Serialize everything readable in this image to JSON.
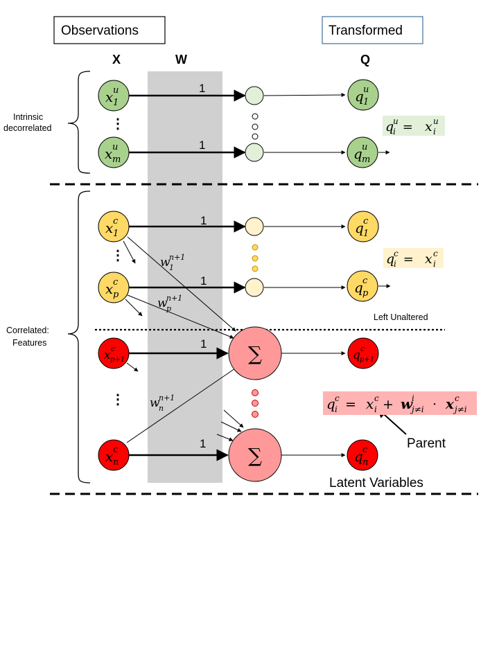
{
  "headers": {
    "observations": "Observations",
    "transformed": "Transformed",
    "col_x": "X",
    "col_w": "W",
    "col_q": "Q"
  },
  "side_labels": {
    "intrinsic_line1": "Intrinsic",
    "intrinsic_line2": "decorrelated",
    "correlated_line1": "Correlated:",
    "correlated_line2": "Features"
  },
  "edge_weights": {
    "unit": "1",
    "w1": "w",
    "w1_sup": "n+1",
    "w1_sub": "1",
    "wp": "w",
    "wp_sup": "n+1",
    "wp_sub": "p",
    "wn": "w",
    "wn_sup": "n+1",
    "wn_sub": "n"
  },
  "nodes": {
    "x_u1": {
      "base": "x",
      "sup": "u",
      "sub": "1"
    },
    "x_um": {
      "base": "x",
      "sup": "u",
      "sub": "m"
    },
    "x_c1": {
      "base": "x",
      "sup": "c",
      "sub": "1"
    },
    "x_cp": {
      "base": "x",
      "sup": "c",
      "sub": "p"
    },
    "x_cp1": {
      "base": "x",
      "sup": "c",
      "sub": "p+1"
    },
    "x_cn": {
      "base": "x",
      "sup": "c",
      "sub": "n"
    },
    "q_u1": {
      "base": "q",
      "sup": "u",
      "sub": "1"
    },
    "q_um": {
      "base": "q",
      "sup": "u",
      "sub": "m"
    },
    "q_c1": {
      "base": "q",
      "sup": "c",
      "sub": "1"
    },
    "q_cp": {
      "base": "q",
      "sup": "c",
      "sub": "p"
    },
    "q_cp1": {
      "base": "q",
      "sup": "c",
      "sub": "p+1"
    },
    "q_cn": {
      "base": "q",
      "sup": "c",
      "sub": "n"
    },
    "sum_symbol": "∑"
  },
  "equations": {
    "intrinsic": {
      "lhs": "q",
      "lhs_sup": "u",
      "lhs_sub": "i",
      "eq": " = ",
      "rhs": "x",
      "rhs_sup": "u",
      "rhs_sub": "i"
    },
    "unaltered": {
      "lhs": "q",
      "lhs_sup": "c",
      "lhs_sub": "i",
      "eq": " = ",
      "rhs": "x",
      "rhs_sup": "c",
      "rhs_sub": "i"
    },
    "latent": {
      "lhs": "q",
      "lhs_sup": "c",
      "lhs_sub": "i",
      "eq": " = ",
      "x": "x",
      "x_sup": "c",
      "x_sub": "i",
      "plus": " + ",
      "w": "w",
      "w_sup": "i",
      "w_sub": "j≠i",
      "dot": " · ",
      "x2": "x",
      "x2_sup": "c",
      "x2_sub": "j≠i"
    }
  },
  "annotations": {
    "left_unaltered": "Left Unaltered",
    "parent": "Parent",
    "latent_variables": "Latent Variables"
  },
  "colors": {
    "green_fill": "#a9d18e",
    "green_light": "#e2f0d9",
    "yellow_fill": "#ffd966",
    "yellow_light": "#fff2cc",
    "red_fill": "#ff0000",
    "pink_fill": "#ff9999",
    "band_gray": "#d0d0d0",
    "eq_green_bg": "#e2f0d9",
    "eq_yellow_bg": "#fff2cc",
    "eq_pink_bg": "#ffb3b3",
    "transformed_border": "#41719c"
  }
}
